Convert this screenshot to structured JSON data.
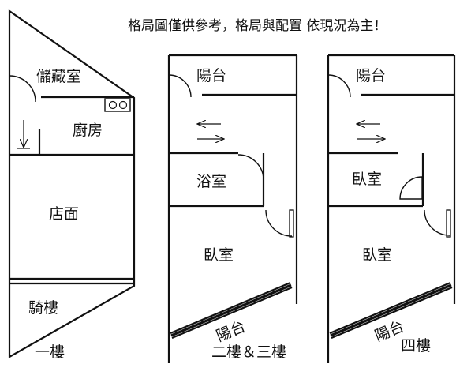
{
  "header": {
    "note": "格局圖僅供參考，格局與配置 依現況為主！"
  },
  "floor1": {
    "rooms": {
      "storage": "儲藏室",
      "kitchen": "廚房",
      "store": "店面",
      "arcade": "騎樓"
    },
    "caption": "一樓"
  },
  "floor23": {
    "rooms": {
      "balcony_top": "陽台",
      "bathroom": "浴室",
      "bedroom": "臥室",
      "balcony_bottom": "陽台"
    },
    "caption": "二樓＆三樓"
  },
  "floor4": {
    "rooms": {
      "balcony_top": "陽台",
      "bedroom_small": "臥室",
      "bedroom": "臥室",
      "balcony_bottom": "陽台"
    },
    "caption": "四樓"
  },
  "colors": {
    "line": "#111111",
    "background": "#ffffff"
  }
}
